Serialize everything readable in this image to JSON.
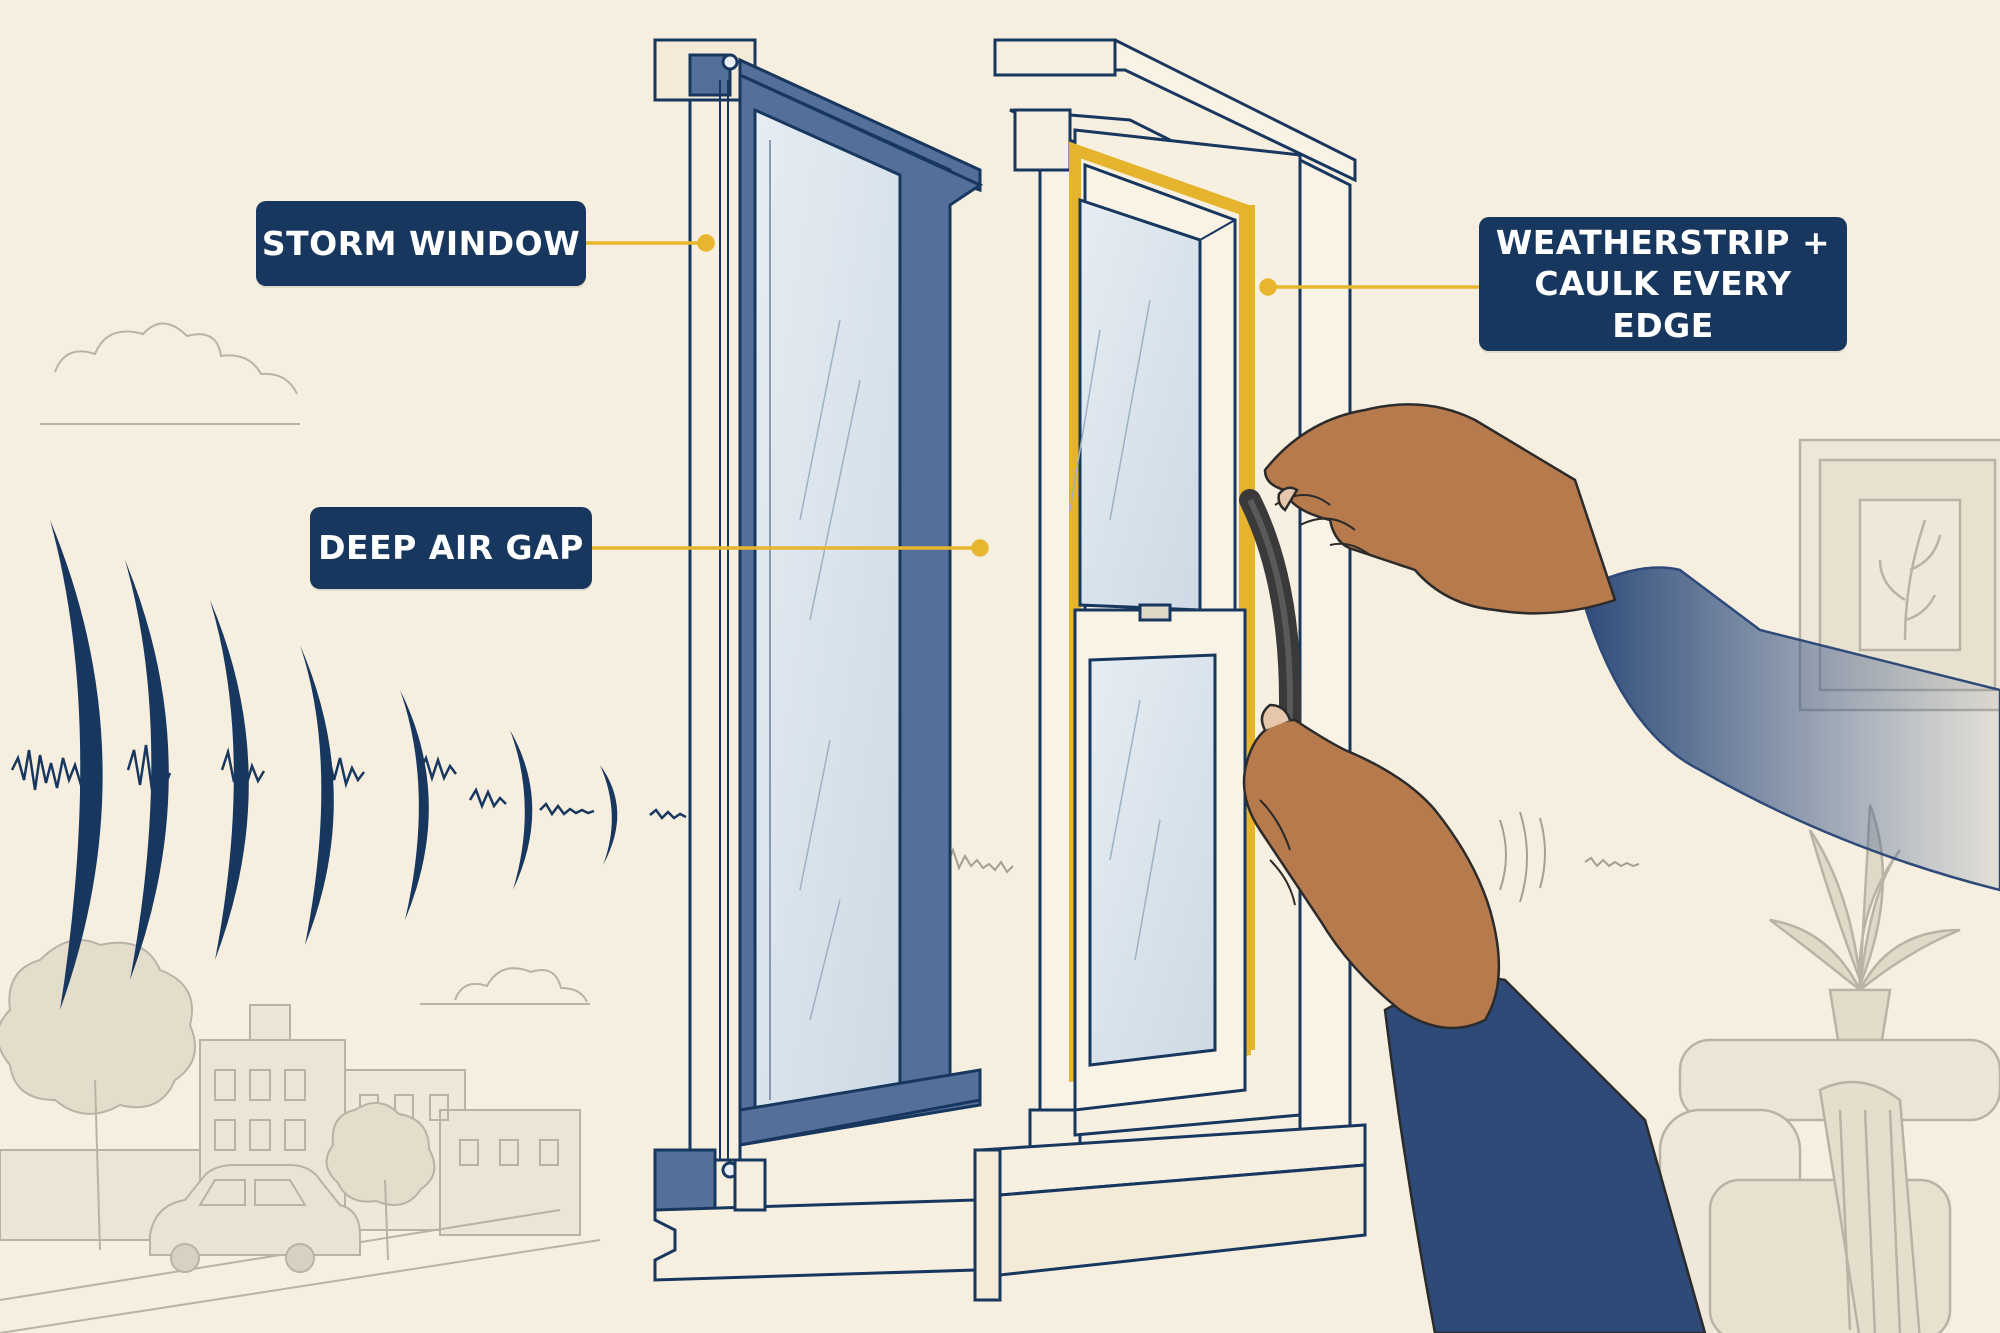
{
  "labels": {
    "storm_window": "STORM WINDOW",
    "air_gap": "DEEP AIR GAP",
    "seal_line1": "WEATHERSTRIP +",
    "seal_line2": "CAULK EVERY EDGE"
  },
  "colors": {
    "background": "#f6eedf",
    "callout_bg": "#17375e",
    "callout_text": "#ffffff",
    "leader_line": "#e8b52e",
    "sound_waves": "#17375e",
    "storm_frame": "#54709a",
    "weatherstrip": "#e6b42c",
    "glass": "#dde6ee",
    "skin": "#b77a4c",
    "sleeve": "#2d4a78"
  },
  "icons": {
    "sound_waves": "sound-wave-icon",
    "hands": "hands-applying-weatherstrip",
    "outdoor_scene": "street-with-car-and-trees",
    "indoor_scene": "framed-plant-picture-and-armchair"
  }
}
